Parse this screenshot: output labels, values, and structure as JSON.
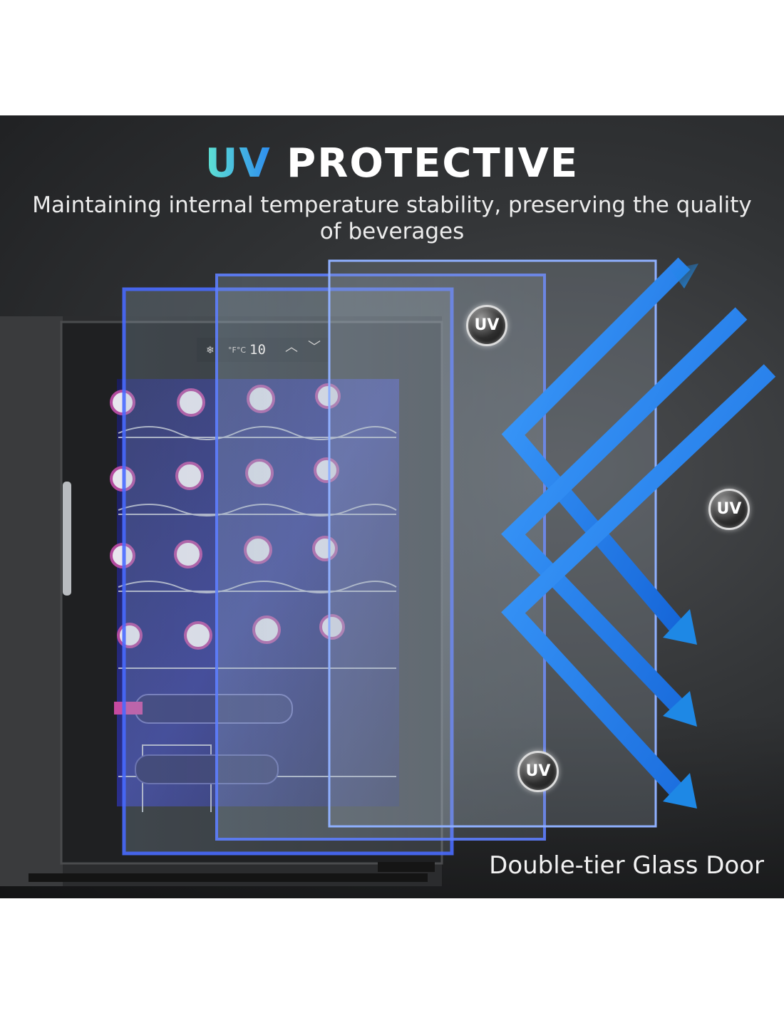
{
  "headline": {
    "accent": "UV",
    "rest": "PROTECTIVE"
  },
  "subtitle": "Maintaining internal temperature stability, preserving the quality of beverages",
  "control_panel": {
    "temperature_display": "10",
    "icons": [
      "snowflake-icon",
      "fahrenheit-celsius-icon",
      "chevron-up-icon",
      "chevron-down-icon"
    ]
  },
  "uv_badges": [
    "UV",
    "UV",
    "UV"
  ],
  "caption": "Double-tier Glass Door",
  "colors": {
    "accent_gradient_start": "#5fe3d2",
    "accent_gradient_end": "#2d8cf0",
    "arrow_blue": "#1e88e5",
    "panel_dark": "#2a2b2d",
    "glass_edge": "#3a6cff",
    "bottle_cap": "#c64aa0"
  }
}
